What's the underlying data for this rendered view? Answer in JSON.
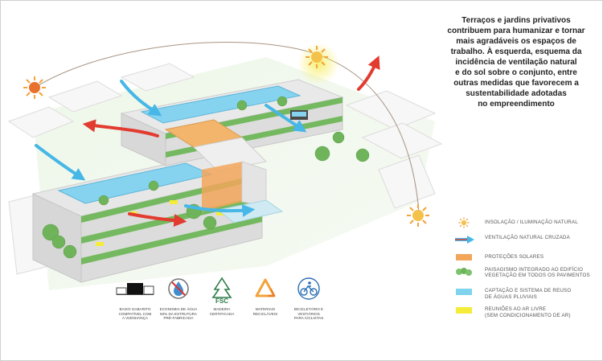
{
  "caption": {
    "lines": [
      "Terraços e jardins privativos",
      "contribuem para humanizar e tornar",
      "mais agradáveis os espaços de",
      "trabalho. À esquerda, esquema da",
      "incidência de ventilação natural",
      "e do sol sobre o conjunto, entre",
      "outras medidas que favorecem a",
      "sustentabilidade adotadas",
      "no empreendimento"
    ]
  },
  "legend": [
    {
      "icon": "sun-icon",
      "lines": [
        "INSOLAÇÃO / ILUMINAÇÃO NATURAL"
      ]
    },
    {
      "icon": "cross-ventilation-arrow-icon",
      "lines": [
        "VENTILAÇÃO NATURAL CRUZADA"
      ]
    },
    {
      "icon": "solar-protection-swatch",
      "color": "#f2a65a",
      "lines": [
        "PROTEÇÕES SOLARES"
      ]
    },
    {
      "icon": "landscaping-swatch",
      "color": "#7cc36e",
      "lines": [
        "PAISAGISMO INTEGRADO AO EDIFÍCIO",
        "VEGETAÇÃO EM TODOS OS PAVIMENTOS"
      ]
    },
    {
      "icon": "rainwater-swatch",
      "color": "#7fd3ec",
      "lines": [
        "CAPTAÇÃO E SISTEMA DE REUSO",
        "DE ÁGUAS PLUVIAIS"
      ]
    },
    {
      "icon": "outdoor-meeting-swatch",
      "color": "#f5ec3a",
      "lines": [
        "REUNIÕES AO AR LIVRE",
        "(SEM CONDICIONAMENTO DE AR)"
      ]
    }
  ],
  "badges": [
    {
      "icon": "low-profile-building-icon",
      "lines": [
        "BAIXO GABARITO",
        "COMPATÍVEL COM",
        "A VIZINHANÇA"
      ]
    },
    {
      "icon": "water-saving-icon",
      "lines": [
        "ECONOMIA DE ÁGUA",
        "60% DA ESTRUTURA",
        "PRÉ-FABRICADA"
      ]
    },
    {
      "icon": "fsc-icon",
      "mark": "FSC",
      "lines": [
        "MADEIRA",
        "CERTIFICADA"
      ]
    },
    {
      "icon": "recycle-icon",
      "lines": [
        "MATERIAIS",
        "RECICLÁVEIS"
      ]
    },
    {
      "icon": "bicycle-icon",
      "lines": [
        "BICICLETÁRIO E",
        "VESTIÁRIOS",
        "PARA CICLISTAS"
      ]
    }
  ],
  "colors": {
    "sun": "#f2a33a",
    "sun_core": "#e8722c",
    "wind_red": "#e23b2f",
    "wind_blue": "#46b7e6",
    "water": "#86d3f0",
    "green": "#74b95f",
    "orange": "#f2a65a",
    "yellow": "#f5ec3a"
  }
}
